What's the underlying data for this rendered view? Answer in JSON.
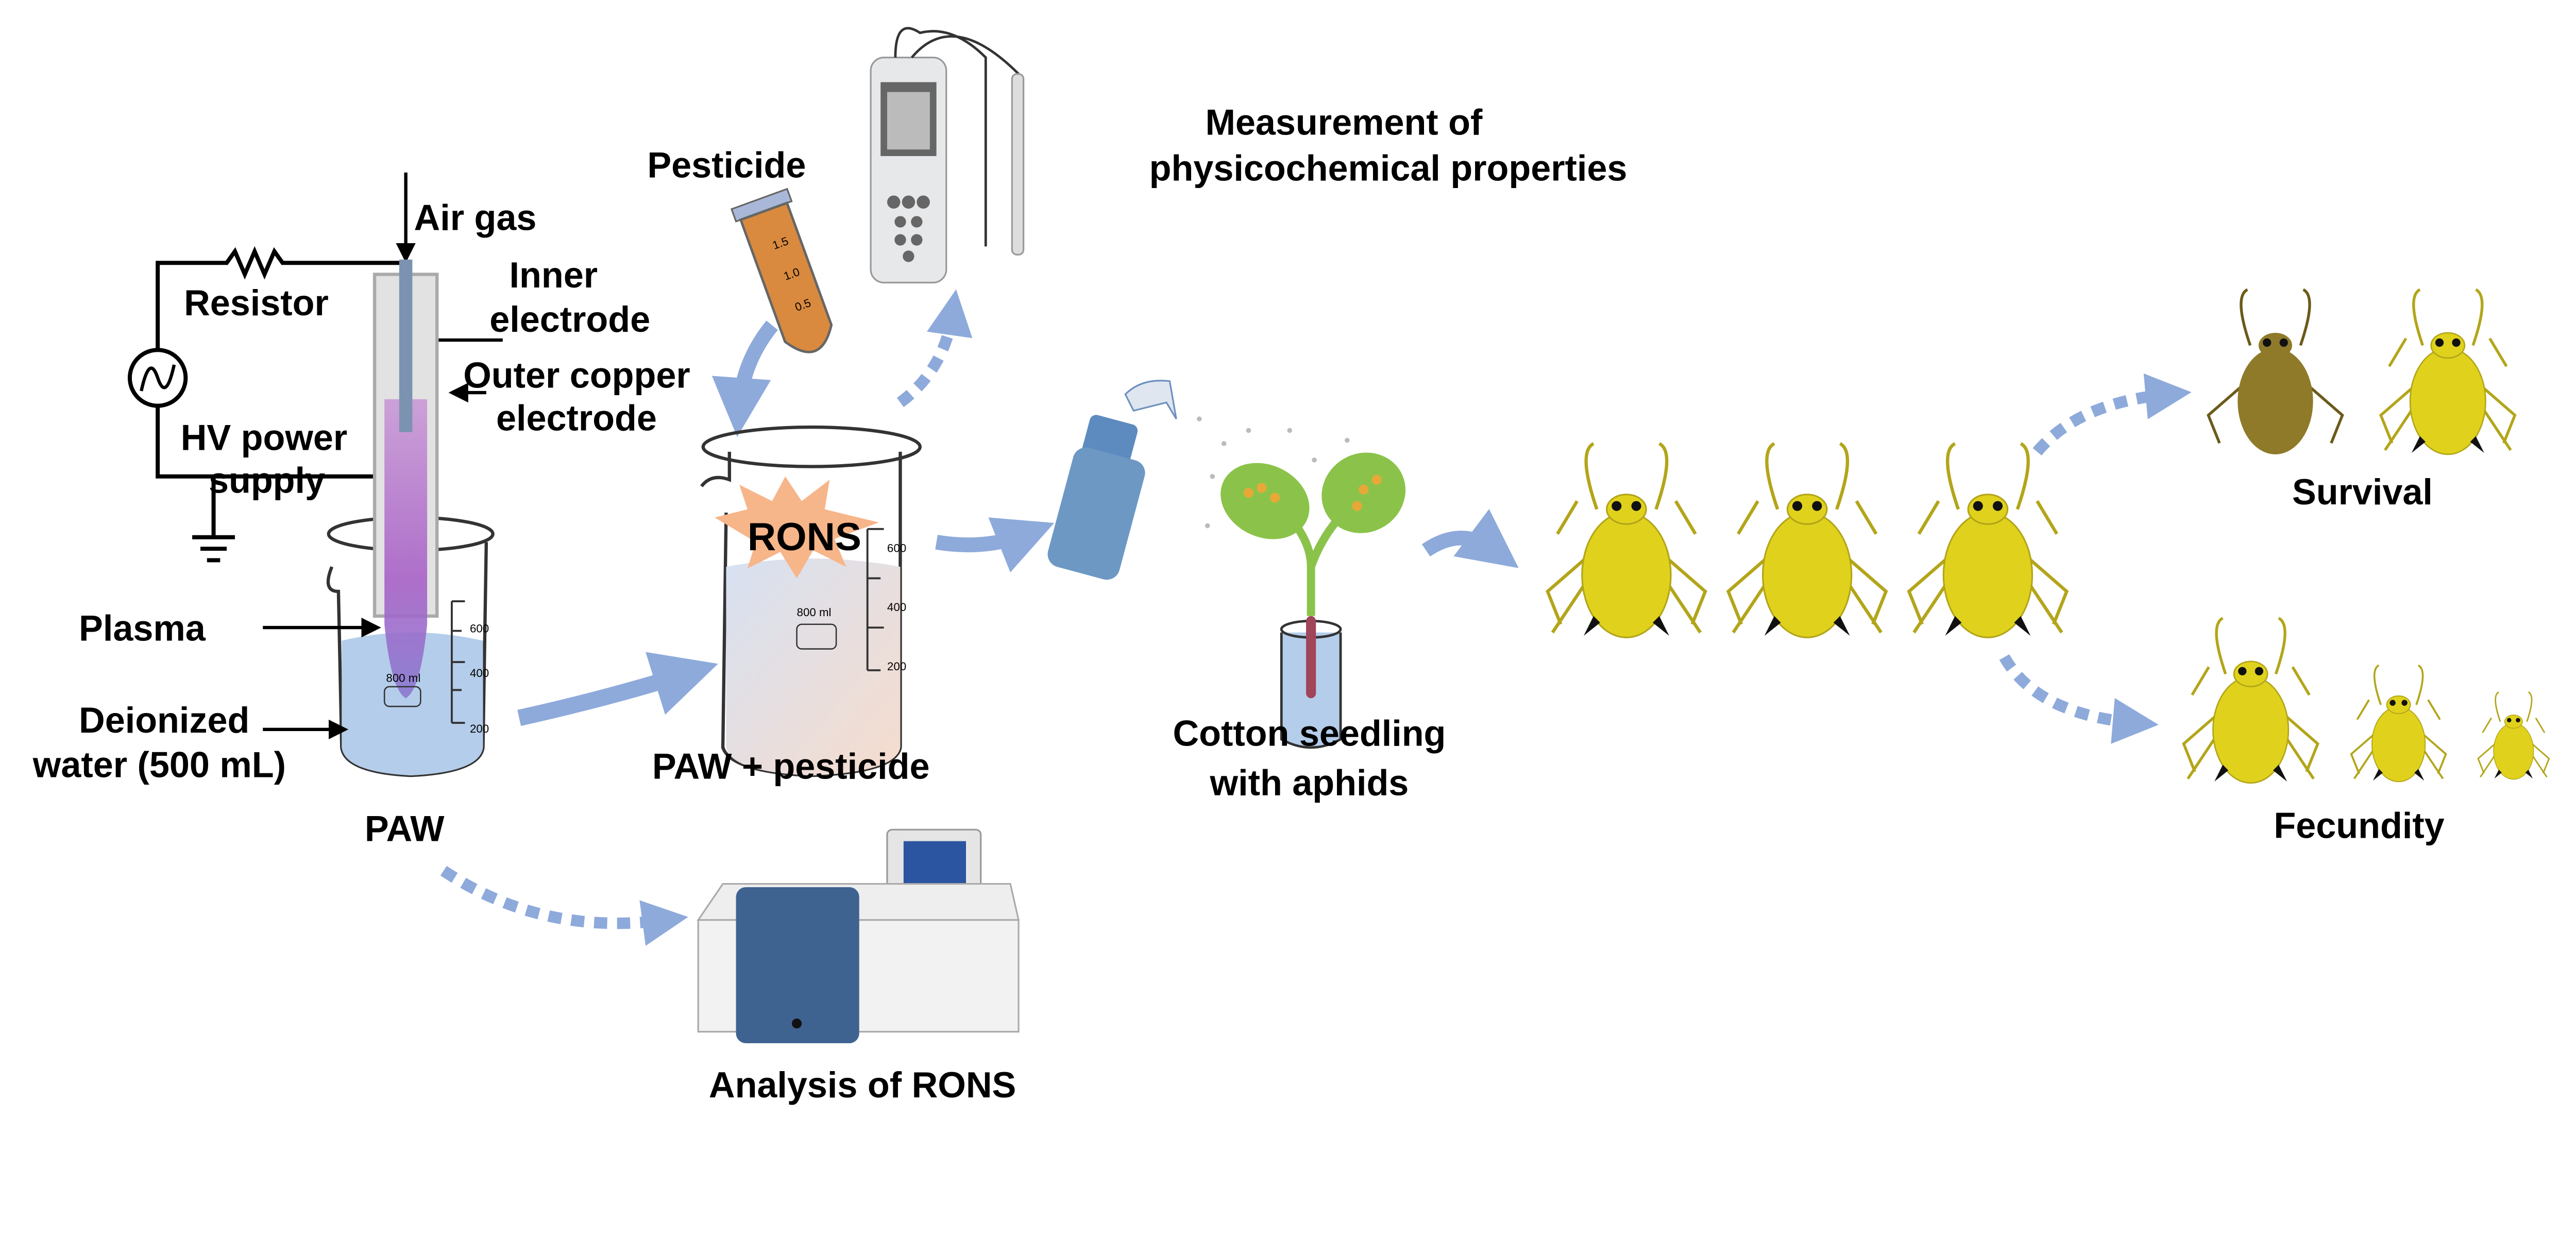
{
  "plasma_setup": {
    "air_gas": "Air gas",
    "resistor": "Resistor",
    "inner_electrode": [
      "Inner",
      "electrode"
    ],
    "outer_electrode": [
      "Outer copper",
      "electrode"
    ],
    "hv_supply": [
      "HV power",
      "supply"
    ],
    "plasma": "Plasma",
    "water": [
      "Deionized",
      "water (500 mL)"
    ],
    "paw": "PAW",
    "beaker_volume": "800 ml",
    "beaker_marks": [
      "600",
      "400",
      "200"
    ]
  },
  "pesticide": {
    "label": "Pesticide",
    "tube_marks": [
      "1.5",
      "1.0",
      "0.5"
    ]
  },
  "measurement": [
    "Measurement of",
    "physicochemical properties"
  ],
  "mixture": {
    "rons": "RONS",
    "label": "PAW + pesticide",
    "beaker_volume": "800 ml",
    "beaker_marks": [
      "600",
      "400",
      "200"
    ]
  },
  "seedling": [
    "Cotton seedling",
    "with aphids"
  ],
  "analysis": "Analysis of RONS",
  "outcomes": {
    "survival": "Survival",
    "fecundity": "Fecundity"
  },
  "colors": {
    "arrow": "#8eaadb",
    "aphid": "#e0d21c",
    "dead_aphid": "#8f7a2a",
    "plasma": "#b57fd0",
    "water": "#b4cdea"
  }
}
